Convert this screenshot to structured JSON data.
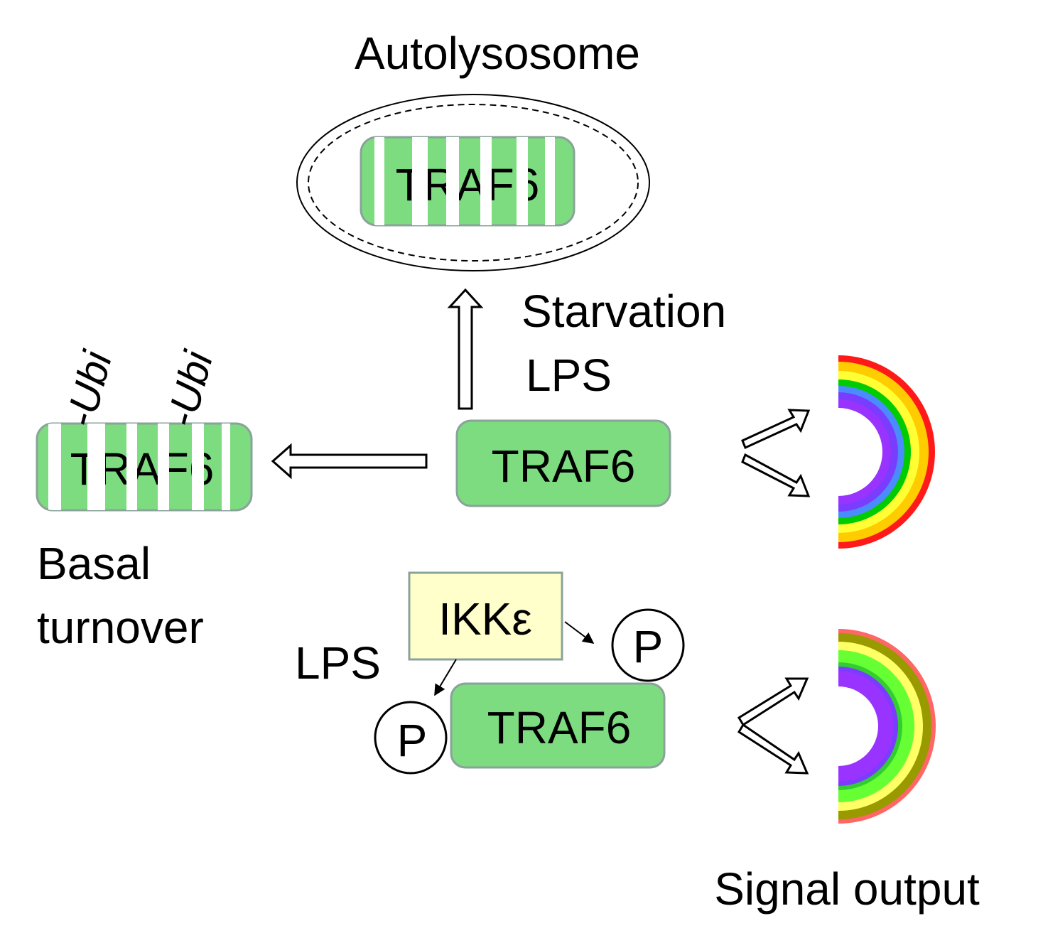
{
  "labels": {
    "autolysosome": "Autolysosome",
    "starvation": "Starvation",
    "lps_top": "LPS",
    "basal_line1": "Basal",
    "basal_line2": "turnover",
    "lps_bottom": "LPS",
    "signal_output": "Signal output",
    "ubi": "-Ubi",
    "ikk": "IKKε",
    "phospho": "P"
  },
  "proteins": {
    "traf6": "TRAF6"
  },
  "colors": {
    "protein_fill": "#7ddc80",
    "protein_stroke": "#8aa39a",
    "kinase_fill": "#ffffcc",
    "kinase_stroke": "#8aa39a",
    "rainbow_top": [
      "#ff1a1a",
      "#ffcc00",
      "#ffff33",
      "#00cc00",
      "#4a8cff",
      "#7a3cff",
      "#9933ff"
    ],
    "rainbow_bottom": [
      "#ff6666",
      "#999900",
      "#ffff66",
      "#66ff33",
      "#33cc33",
      "#7a3cff",
      "#9933ff"
    ]
  }
}
